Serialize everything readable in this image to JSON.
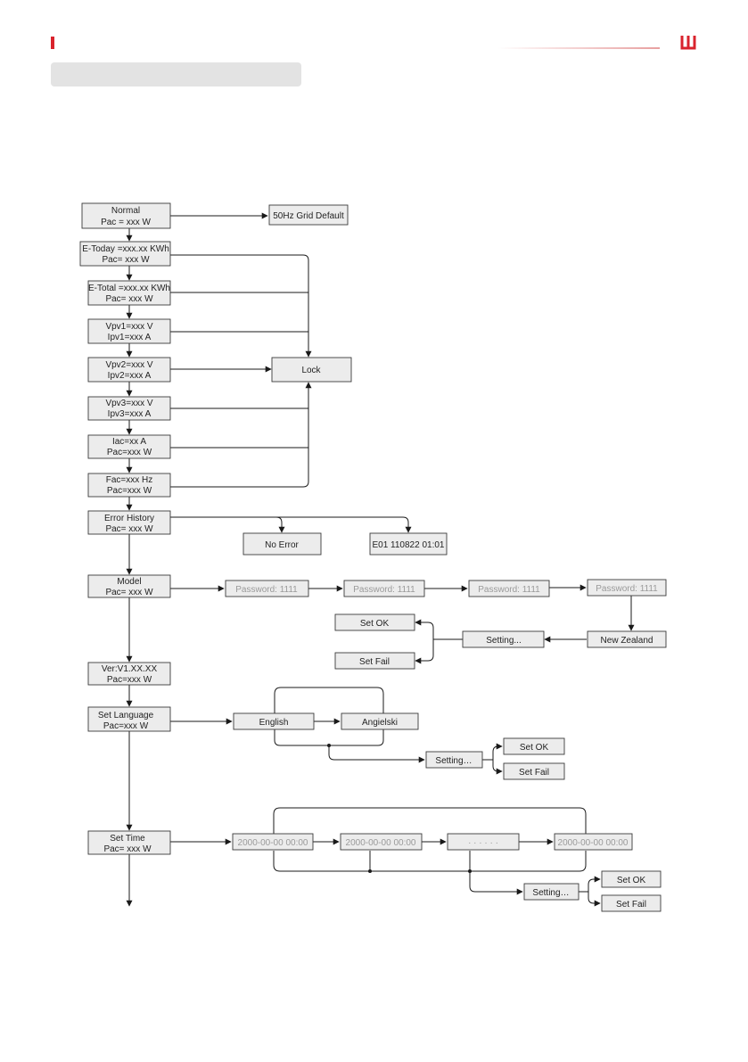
{
  "brand": {
    "accent_color": "#d9232d",
    "left_marker_icon": "red-bar-icon",
    "logo_icon": "w-logo-icon"
  },
  "menu": {
    "normal": [
      "Normal",
      "Pac = xxx W"
    ],
    "grid_default": "50Hz Grid Default",
    "e_today": [
      "E-Today =xxx.xx KWh",
      "Pac= xxx W"
    ],
    "e_total": [
      "E-Total =xxx.xx KWh",
      "Pac= xxx W"
    ],
    "vpv1": [
      "Vpv1=xxx V",
      "Ipv1=xxx A"
    ],
    "vpv2": [
      "Vpv2=xxx V",
      "Ipv2=xxx A"
    ],
    "vpv3": [
      "Vpv3=xxx V",
      "Ipv3=xxx A"
    ],
    "iac": [
      "Iac=xx A",
      "Pac=xxx W"
    ],
    "fac": [
      "Fac=xxx Hz",
      "Pac=xxx W"
    ],
    "lock": "Lock",
    "error_history": [
      "Error  History",
      "Pac= xxx W"
    ],
    "no_error": "No Error",
    "error_code": "E01 110822 01:01",
    "model": [
      "Model",
      "Pac= xxx W"
    ],
    "password": "Password: 1111",
    "new_zealand": "New Zealand",
    "setting": "Setting...",
    "setting_dots": "Setting…",
    "set_ok": "Set OK",
    "set_fail": "Set Fail",
    "version": [
      "Ver:V1.XX.XX",
      "Pac=xxx W"
    ],
    "set_language": [
      "Set Language",
      "Pac=xxx W"
    ],
    "english": "English",
    "angielski": "Angielski",
    "set_time": [
      "Set Time",
      "Pac= xxx W"
    ],
    "time_value": "2000-00-00 00:00",
    "time_ellipsis": "· · · · · ·"
  }
}
